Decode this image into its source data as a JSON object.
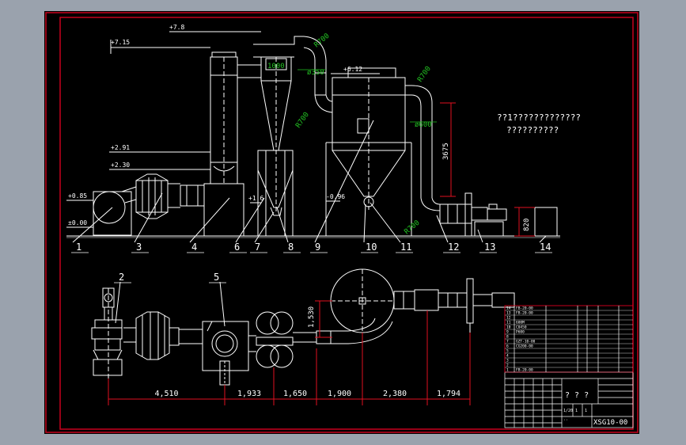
{
  "colors": {
    "viewport": "#9aa2ad",
    "sheet": "#000000",
    "border": "#c8001e",
    "line": "#ffffff",
    "dimension": "#e01020",
    "dimension_text": "#ffffff",
    "radius_text": "#22c022",
    "title_cell": "#c8001e"
  },
  "elevations": {
    "e1": "+7.15",
    "e2": "+7.8",
    "e3": "+6.12",
    "e4": "+2.91",
    "e5": "+2.30",
    "e6": "+0.85",
    "e7": "±0.00",
    "e8": "+1.6",
    "e9": "-0.96"
  },
  "radius_labels": {
    "r1": "R700",
    "r2": "R700",
    "r3": "R700",
    "r4": "R700",
    "d1": "1000",
    "d2": "ø350",
    "d3": "ø600"
  },
  "vertical_dims": {
    "h1": "3675",
    "h2": "820",
    "h3": "1,530"
  },
  "plan_dims": [
    "4,510",
    "1,933",
    "1,650",
    "1,900",
    "2,380",
    "1,794"
  ],
  "part_numbers": [
    "1",
    "2",
    "3",
    "4",
    "5",
    "6",
    "7",
    "8",
    "9",
    "10",
    "11",
    "12",
    "13",
    "14"
  ],
  "note_lines": [
    "??1?????????????",
    "??????????"
  ],
  "title_block": {
    "big_title": "? ? ?",
    "drawing_no": "XSG10-00",
    "parts_rows": [
      {
        "no": "14",
        "name": "",
        "code": "FB-20-00"
      },
      {
        "no": "13",
        "name": "",
        "code": "FB-20-00"
      },
      {
        "no": "12",
        "name": "",
        "code": ""
      },
      {
        "no": "11",
        "name": "",
        "code": "600M"
      },
      {
        "no": "10",
        "name": "",
        "code": "C0450"
      },
      {
        "no": "9",
        "name": "",
        "code": "P600"
      },
      {
        "no": "8",
        "name": "",
        "code": ""
      },
      {
        "no": "7",
        "name": "",
        "code": "GZT-10-00"
      },
      {
        "no": "6",
        "name": "",
        "code": "CG200-00"
      },
      {
        "no": "5",
        "name": "",
        "code": ""
      },
      {
        "no": "4",
        "name": "",
        "code": ""
      },
      {
        "no": "3",
        "name": "",
        "code": ""
      },
      {
        "no": "2",
        "name": "",
        "code": ""
      },
      {
        "no": "1",
        "name": "",
        "code": "FB-20-00"
      }
    ],
    "small_cells": [
      "1/20",
      "1",
      "1",
      "··"
    ]
  }
}
